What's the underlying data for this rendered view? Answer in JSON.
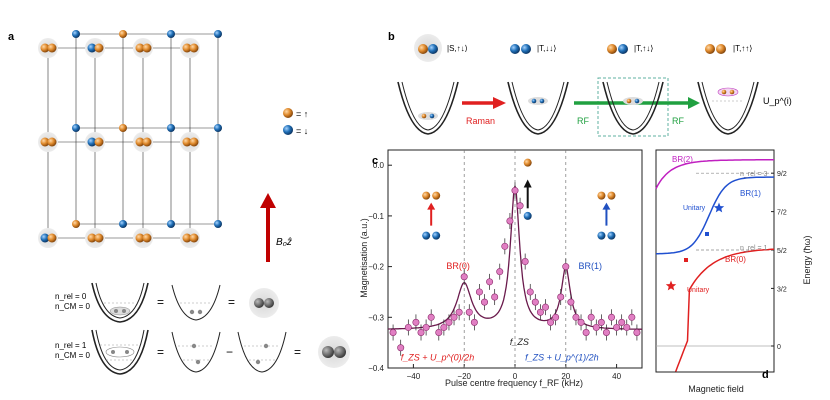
{
  "panels": {
    "a": {
      "letter": "a",
      "legend": {
        "up": "= ↑",
        "down": "= ↓"
      },
      "field_label": "B₀ẑ",
      "eq1": {
        "nrel": "n_rel = 0",
        "ncm": "n_CM = 0"
      },
      "eq2": {
        "nrel": "n_rel = 1",
        "ncm": "n_CM = 0"
      },
      "ops": {
        "eq": "=",
        "minus": "−"
      }
    },
    "b": {
      "letter": "b",
      "states": [
        "|S,↑↓⟩",
        "|T,↓↓⟩",
        "|T,↑↓⟩",
        "|T,↑↑⟩"
      ],
      "raman": "Raman",
      "rf1": "RF",
      "rf2": "RF",
      "up_label": "U_p^(i)"
    },
    "c": {
      "letter": "c",
      "ylabel": "Magnetisation (a.u.)",
      "xlabel": "Pulse centre frequency f_RF (kHz)",
      "peaks": {
        "br0": "BR(0)",
        "br1": "BR(1)",
        "fzs": "f_ZS"
      },
      "formula_left": "f_ZS + U_p^(0)/2h",
      "formula_right": "f_ZS + U_p^(1)/2h",
      "colors": {
        "line": "#6a1a4c",
        "points": "#e17fc3",
        "red": "#e02020",
        "blue": "#2050c0"
      }
    },
    "d": {
      "letter": "d",
      "xlabel": "Magnetic field",
      "ylabel": "Energy (ħω)",
      "curves": {
        "br2": "BR(2)",
        "br1": "BR(1)",
        "br0": "BR(0)"
      },
      "nrel3": "n_rel = 3",
      "nrel1": "n_rel = 1",
      "unitary1": "Unitary",
      "unitary0": "Unitary",
      "yticks": [
        "0",
        "3/2",
        "5/2",
        "7/2",
        "9/2"
      ],
      "colors": {
        "br2": "#c020c0",
        "br1": "#2050d0",
        "br0": "#e02020"
      }
    }
  },
  "chart_data": {
    "type": "scatter",
    "title": "",
    "xlabel": "Pulse centre frequency f_RF (kHz)",
    "ylabel": "Magnetisation (a.u.)",
    "xlim": [
      -50,
      50
    ],
    "ylim": [
      -0.4,
      0.03
    ],
    "xticks": [
      -40,
      -20,
      0,
      20,
      40
    ],
    "yticks": [
      0.0,
      -0.1,
      -0.2,
      -0.3,
      -0.4
    ],
    "series": [
      {
        "name": "",
        "x": [
          -48,
          -45,
          -42,
          -39,
          -37,
          -35,
          -33,
          -30,
          -28,
          -26,
          -24,
          -22,
          -20,
          -18,
          -16,
          -14,
          -12,
          -10,
          -8,
          -6,
          -4,
          -2,
          0,
          2,
          4,
          6,
          8,
          10,
          12,
          14,
          16,
          18,
          20,
          22,
          24,
          26,
          28,
          30,
          32,
          34,
          36,
          38,
          40,
          42,
          44,
          46,
          48
        ],
        "y": [
          -0.33,
          -0.36,
          -0.32,
          -0.31,
          -0.33,
          -0.32,
          -0.3,
          -0.33,
          -0.32,
          -0.31,
          -0.3,
          -0.29,
          -0.22,
          -0.29,
          -0.31,
          -0.25,
          -0.27,
          -0.23,
          -0.26,
          -0.21,
          -0.16,
          -0.11,
          -0.05,
          -0.08,
          -0.19,
          -0.25,
          -0.27,
          -0.29,
          -0.28,
          -0.31,
          -0.3,
          -0.26,
          -0.2,
          -0.27,
          -0.3,
          -0.31,
          -0.33,
          -0.3,
          -0.32,
          -0.31,
          -0.33,
          -0.3,
          -0.32,
          -0.31,
          -0.32,
          -0.3,
          -0.33
        ]
      }
    ],
    "peak_positions_khz": [
      -20,
      0,
      20
    ]
  }
}
